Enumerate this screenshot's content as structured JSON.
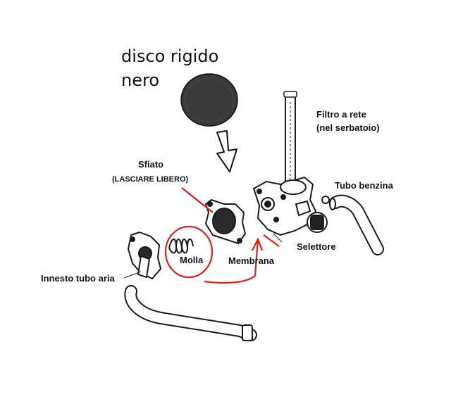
{
  "disk_note": {
    "line1": "disco rigido",
    "line2": "nero"
  },
  "labels": {
    "filtro_line1": "Filtro a rete",
    "filtro_line2": "(nel serbatoio)",
    "tubo_benzina": "Tubo benzina",
    "sfiato": "Sfiato",
    "lasciare_libero": "(LASCIARE LIBERO)",
    "selettore": "Selettore",
    "membrana": "Membrana",
    "molla": "Molla",
    "innesto_tubo_aria": "Innesto tubo aria"
  },
  "colors": {
    "annotation_red": "#d42020",
    "line_art": "#1a1a1a",
    "disk_fill": "#3a3a3a"
  }
}
